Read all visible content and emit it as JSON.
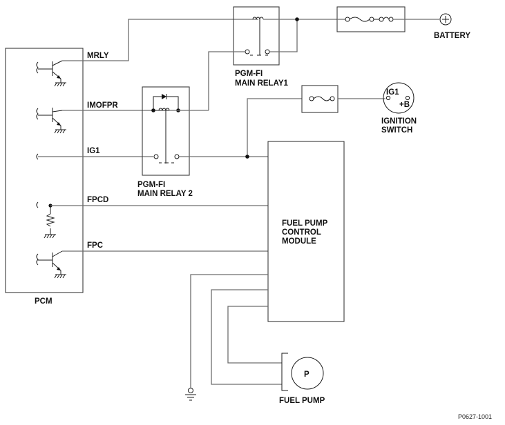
{
  "labels": {
    "mrly": "MRLY",
    "imofpr": "IMOFPR",
    "ig1": "IG1",
    "fpcd": "FPCD",
    "fpc": "FPC",
    "pcm": "PCM",
    "relay1_line1": "PGM-FI",
    "relay1_line2": "MAIN RELAY1",
    "relay2_line1": "PGM-FI",
    "relay2_line2": "MAIN RELAY 2",
    "battery": "BATTERY",
    "ignition_line1": "IGNITION",
    "ignition_line2": "SWITCH",
    "ignition_ig1": "IG1",
    "ignition_b": "+B",
    "fpcm_line1": "FUEL PUMP",
    "fpcm_line2": "CONTROL",
    "fpcm_line3": "MODULE",
    "pump_letter": "P",
    "fuel_pump": "FUEL PUMP",
    "figure_code": "P0627-1001"
  }
}
